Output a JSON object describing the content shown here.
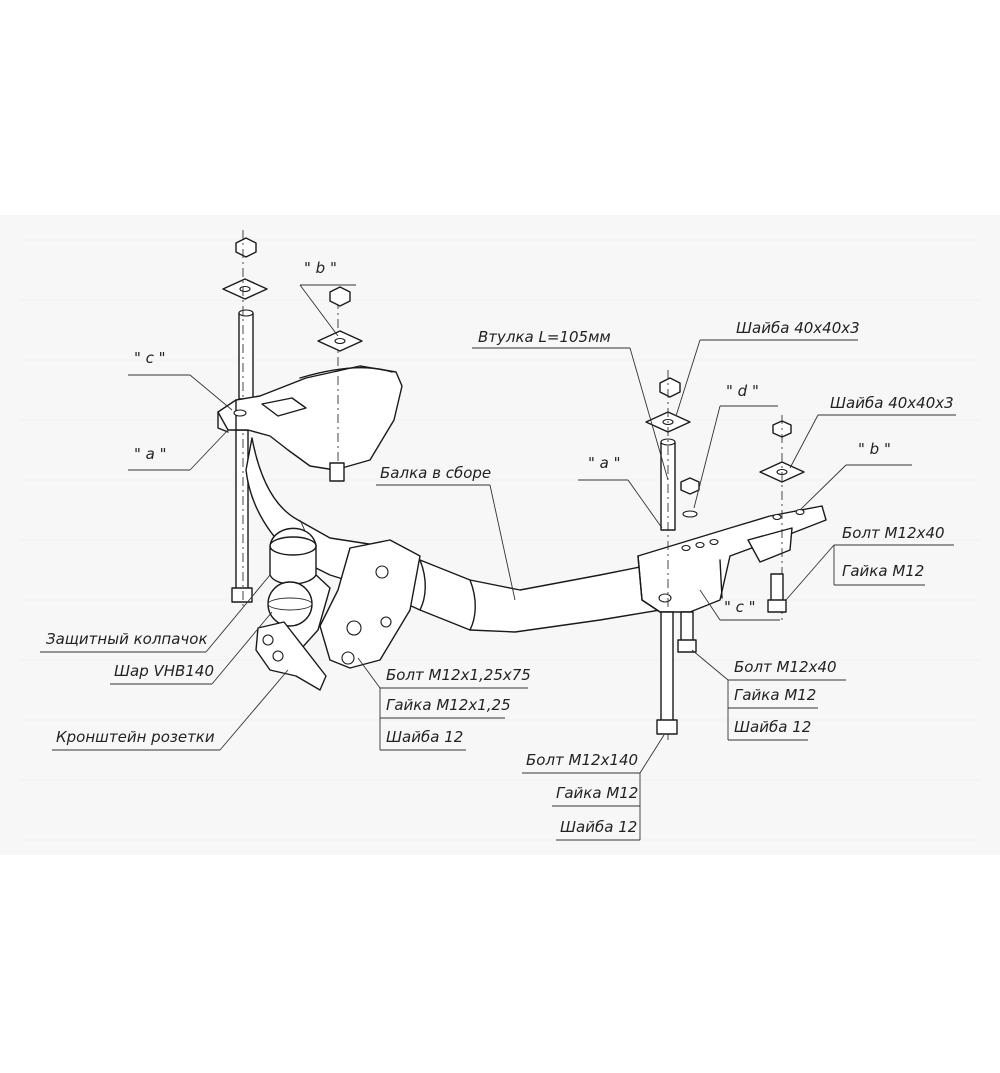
{
  "labels": {
    "c_left": "\" c \"",
    "a_left": "\" a \"",
    "b_top": "\" b \"",
    "vtulka": "Втулка L=105мм",
    "shaiba_40_top": "Шайба 40х40х3",
    "d_mark": "\" d \"",
    "shaiba_40_right": "Шайба 40х40х3",
    "b_right": "\" b \"",
    "a_mid": "\" a \"",
    "balka": "Балка в сборе",
    "bolt_m12x40_right": "Болт М12х40",
    "gaika_m12_right": "Гайка М12",
    "c_right": "\" c \"",
    "zashchitny": "Защитный колпачок",
    "shar": "Шар VHB140",
    "kronshtein": "Кронштейн розетки",
    "bolt_m12x125": "Болт М12х1,25х75",
    "gaika_m12x125": "Гайка М12х1,25",
    "shaiba_12_mid": "Шайба 12",
    "bolt_m12x40_lower": "Болт М12х40",
    "gaika_m12_lower": "Гайка М12",
    "shaiba_12_lower": "Шайба 12",
    "bolt_m12x140": "Болт М12х140",
    "gaika_m12_bottom": "Гайка М12",
    "shaiba_12_bottom": "Шайба 12"
  }
}
